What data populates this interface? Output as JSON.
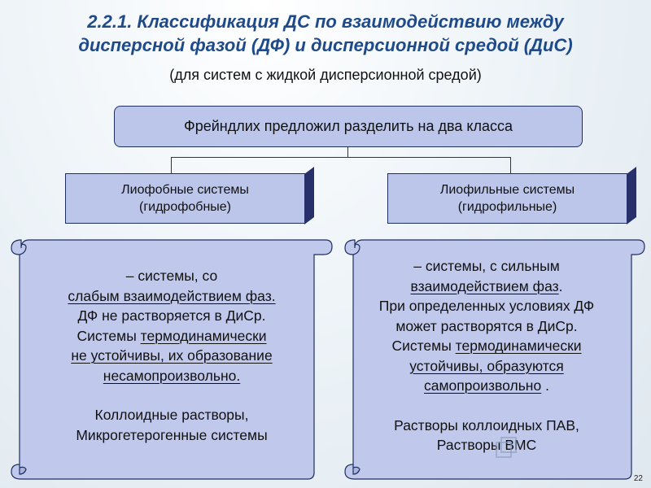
{
  "title": {
    "line1": "2.2.1. Классификация ДС по взаимодействию между",
    "line2": "дисперсной фазой (ДФ) и дисперсионной средой (ДиС)"
  },
  "subtitle": "(для систем с жидкой дисперсионной средой)",
  "root": "Фрейндлих предложил разделить на два класса",
  "classes": {
    "left": {
      "line1": "Лиофобные системы",
      "line2": "(гидрофобные)"
    },
    "right": {
      "line1": "Лиофильные системы",
      "line2": "(гидрофильные)"
    }
  },
  "left_desc": {
    "l1": "– системы, со",
    "l2": " слабым взаимодействием фаз.",
    "l3": "ДФ не растворяется в ДиСр.",
    "l4a": "Системы ",
    "l4b": "термодинамически ",
    "l5": "не устойчивы, их образование ",
    "l6": "несамопроизвольно.",
    "l7": "Коллоидные растворы,",
    "l8": "Микрогетерогенные системы"
  },
  "right_desc": {
    "l1": "– системы, с сильным",
    "l2": "взаимодействием фаз",
    "l2b": ".",
    "l3": "При определенных условиях ДФ",
    "l4": "может растворятся в ДиСр.",
    "l5a": "Системы ",
    "l5b": "термодинамически",
    "l6": " устойчивы, образуются ",
    "l7": "самопроизвольно",
    "l7b": " .",
    "l8": "Растворы коллоидных ПАВ,",
    "l9": "Растворы ВМС"
  },
  "page_number": "22",
  "colors": {
    "title": "#1f4a8a",
    "box_fill": "#bcc6ea",
    "box_side": "#27306a",
    "border": "#1f2f5f"
  }
}
